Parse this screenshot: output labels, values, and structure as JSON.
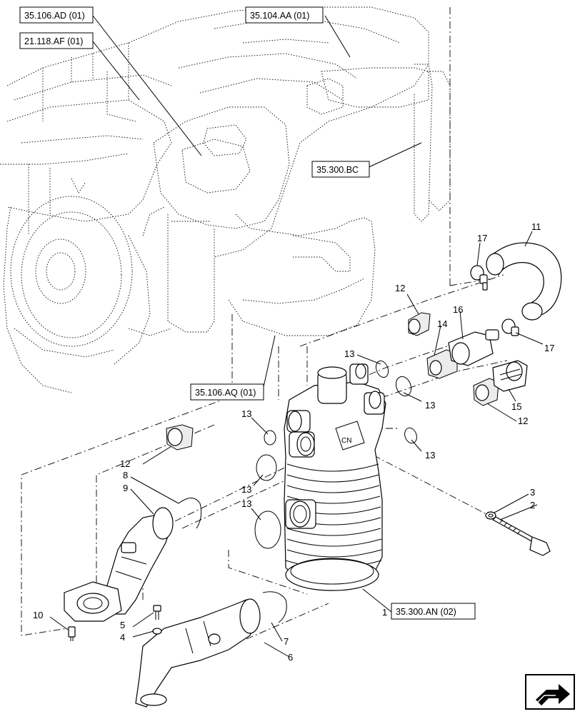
{
  "references": {
    "r1": "35.106.AD (01)",
    "r2": "35.104.AA (01)",
    "r3": "21.118.AF (01)",
    "r4": "35.300.BC",
    "r5": "35.106.AQ (01)",
    "r6": "35.300.AN (02)"
  },
  "callouts": {
    "c1": "1",
    "c2": "2",
    "c3": "3",
    "c4": "4",
    "c5": "5",
    "c6": "6",
    "c7": "7",
    "c8": "8",
    "c9": "9",
    "c10": "10",
    "c11": "11",
    "c12a": "12",
    "c12b": "12",
    "c12c": "12",
    "c13a": "13",
    "c13b": "13",
    "c13c": "13",
    "c13d": "13",
    "c13e": "13",
    "c13f": "13",
    "c14": "14",
    "c15": "15",
    "c16": "16",
    "c17a": "17",
    "c17b": "17"
  },
  "nav_icon": "next-page-arrow-icon"
}
